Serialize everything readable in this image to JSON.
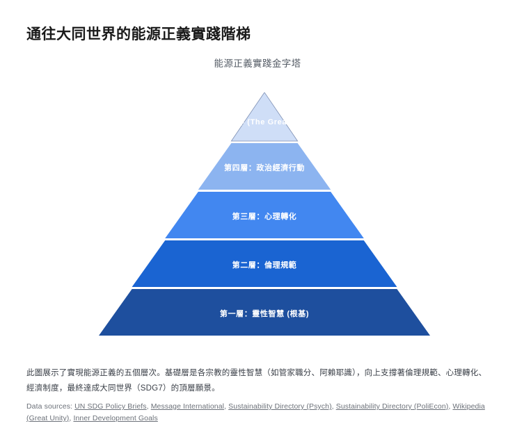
{
  "page": {
    "title": "通往大同世界的能源正義實踐階梯"
  },
  "chart_data": {
    "type": "pie",
    "title": "能源正義實踐金字塔",
    "xlabel": "",
    "ylabel": "",
    "categories": [
      "大同世界 (The Great Unity)",
      "第四層：政治經濟行動",
      "第三層：心理轉化",
      "第二層：倫理規範",
      "第一層：靈性智慧 (根基)"
    ],
    "values": [
      1,
      2,
      3,
      4,
      5
    ],
    "colors": [
      "#cfdef7",
      "#8cb4f0",
      "#4287f0",
      "#1a64d2",
      "#1e4f9e"
    ],
    "levels": [
      {
        "label": "大同世界 (The Great Unity)",
        "color": "#cfdef7",
        "order": 5,
        "clipped": true
      },
      {
        "label": "第四層：政治經濟行動",
        "color": "#8cb4f0",
        "order": 4,
        "clipped": false
      },
      {
        "label": "第三層：心理轉化",
        "color": "#4287f0",
        "order": 3,
        "clipped": false
      },
      {
        "label": "第二層：倫理規範",
        "color": "#1a64d2",
        "order": 2,
        "clipped": false
      },
      {
        "label": "第一層：靈性智慧 (根基)",
        "color": "#1e4f9e",
        "order": 1,
        "clipped": false
      }
    ],
    "legend": "none",
    "grid": false
  },
  "caption": {
    "text": "此圖展示了實現能源正義的五個層次。基礎層是各宗教的靈性智慧（如管家職分、阿賴耶識），向上支撐著倫理規範、心理轉化、經濟制度，最終達成大同世界（SDG7）的頂層願景。"
  },
  "sources": {
    "prefix": "Data sources:",
    "links": [
      "UN SDG Policy Briefs",
      "Message International",
      "Sustainability Directory (Psych)",
      "Sustainability Directory (PoliEcon)",
      "Wikipedia (Great Unity)",
      "Inner Development Goals"
    ],
    "separator": ", "
  }
}
